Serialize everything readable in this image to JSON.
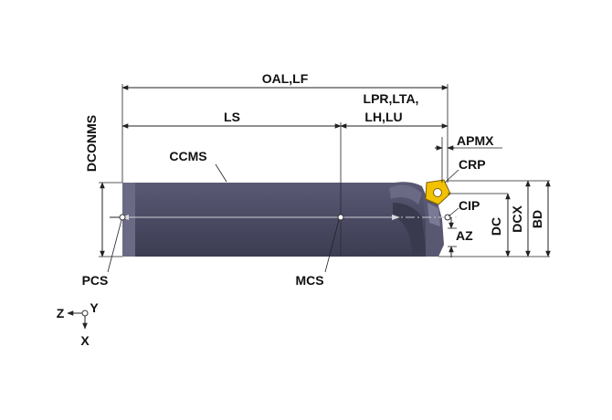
{
  "labels": {
    "oal_lf": "OAL,LF",
    "ls": "LS",
    "lpr_line1": "LPR,LTA,",
    "lpr_line2": "LH,LU",
    "apmx": "APMX",
    "crp": "CRP",
    "cip": "CIP",
    "az": "AZ",
    "dc": "DC",
    "dcx": "DCX",
    "bd": "BD",
    "dconms": "DCONMS",
    "ccms": "CCMS",
    "pcs": "PCS",
    "mcs": "MCS"
  },
  "axes": {
    "z": "Z",
    "y": "Y",
    "x": "X"
  },
  "colors": {
    "shank": "#4d4d66",
    "shank_dark": "#3a3a4f",
    "shank_light": "#6a6a85",
    "insert": "#f2c200",
    "insert_edge": "#7a6000",
    "center_line": "#c0c0c8",
    "line": "#222222"
  }
}
